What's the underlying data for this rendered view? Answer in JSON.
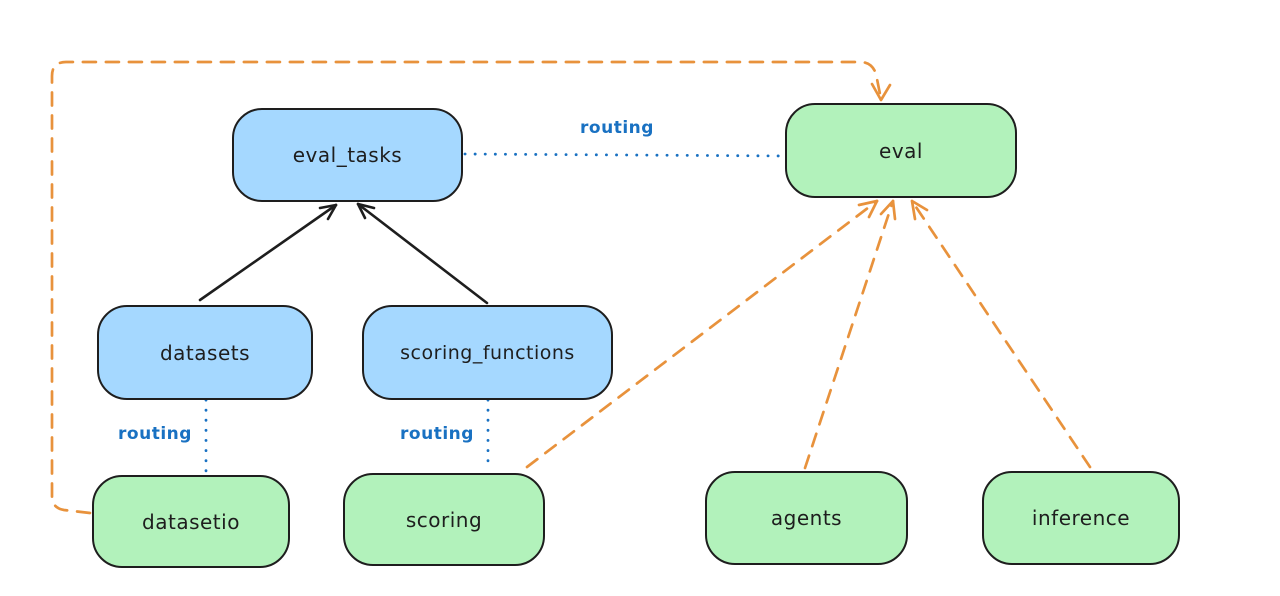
{
  "diagram": {
    "colors": {
      "background": "#ffffff",
      "node_stroke": "#1e1e1e",
      "blue_fill": "#a5d8ff",
      "green_fill": "#b2f2bb",
      "routing_blue": "#1971c2",
      "orange_dash": "#e8923c"
    },
    "nodes": [
      {
        "id": "eval_tasks",
        "label": "eval_tasks",
        "fill": "#a5d8ff"
      },
      {
        "id": "eval",
        "label": "eval",
        "fill": "#b2f2bb"
      },
      {
        "id": "datasets",
        "label": "datasets",
        "fill": "#a5d8ff"
      },
      {
        "id": "scoring_functions",
        "label": "scoring_functions",
        "fill": "#a5d8ff"
      },
      {
        "id": "datasetio",
        "label": "datasetio",
        "fill": "#b2f2bb"
      },
      {
        "id": "scoring",
        "label": "scoring",
        "fill": "#b2f2bb"
      },
      {
        "id": "agents",
        "label": "agents",
        "fill": "#b2f2bb"
      },
      {
        "id": "inference",
        "label": "inference",
        "fill": "#b2f2bb"
      }
    ],
    "edges": [
      {
        "from": "datasets",
        "to": "eval_tasks",
        "style": "solid-black-arrow",
        "label": ""
      },
      {
        "from": "scoring_functions",
        "to": "eval_tasks",
        "style": "solid-black-arrow",
        "label": ""
      },
      {
        "from": "eval_tasks",
        "to": "eval",
        "style": "dotted-blue",
        "label": "routing"
      },
      {
        "from": "datasets",
        "to": "datasetio",
        "style": "dotted-blue",
        "label": "routing"
      },
      {
        "from": "scoring_functions",
        "to": "scoring",
        "style": "dotted-blue",
        "label": "routing"
      },
      {
        "from": "datasetio",
        "to": "eval",
        "style": "dashed-orange-arrow",
        "label": ""
      },
      {
        "from": "scoring",
        "to": "eval",
        "style": "dashed-orange-arrow",
        "label": ""
      },
      {
        "from": "agents",
        "to": "eval",
        "style": "dashed-orange-arrow",
        "label": ""
      },
      {
        "from": "inference",
        "to": "eval",
        "style": "dashed-orange-arrow",
        "label": ""
      }
    ]
  }
}
